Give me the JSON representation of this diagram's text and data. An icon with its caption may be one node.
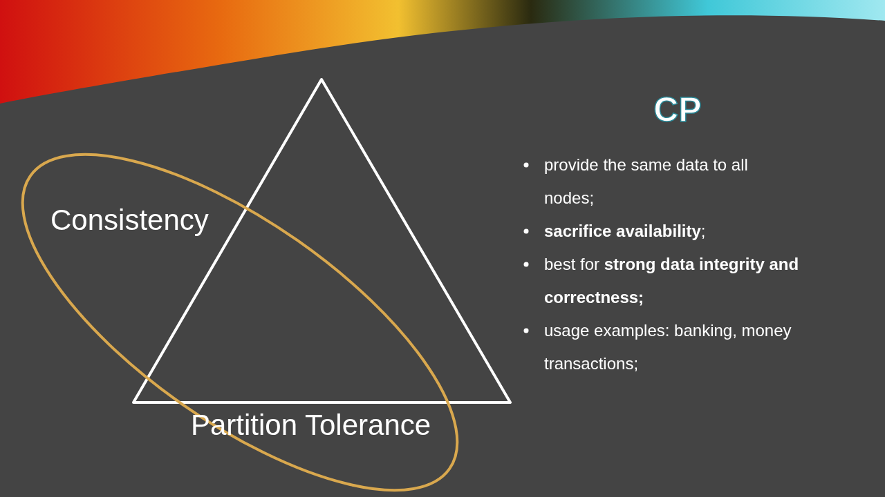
{
  "diagram": {
    "title": "CP",
    "labels": [
      "Consistency",
      "Partition Tolerance",
      "provide the same data to all nodes;",
      "**sacrifice availability**;",
      "best for **strong data integrity and correctness;**",
      "usage examples: banking, money transactions;"
    ]
  }
}
